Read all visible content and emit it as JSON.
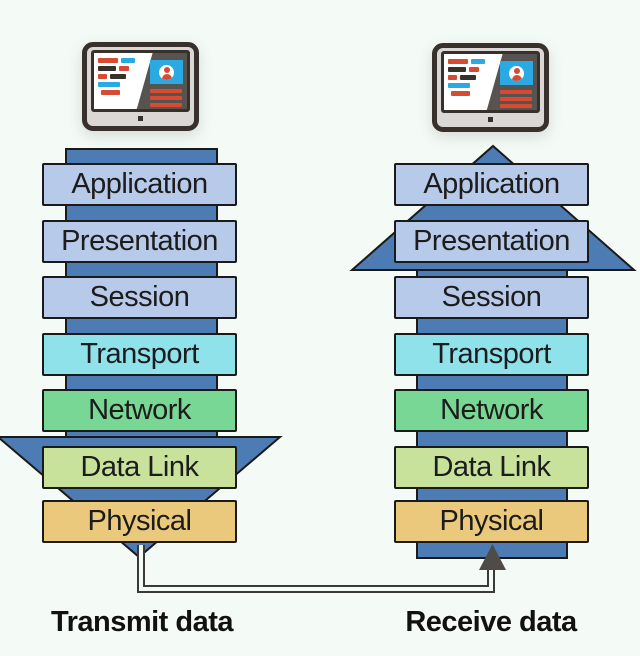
{
  "colors": {
    "background": "#f4faf5",
    "arrow_blue": "#4d7cb5",
    "outline": "#1a1a1a",
    "connector_line": "#3a3a3a",
    "connector_arrowhead": "#4f4b47",
    "monitor_bezel": "#dad7d4",
    "monitor_dark": "#38302b",
    "monitor_screen_dark": "#575350",
    "icon_red": "#d84b33",
    "icon_blue": "#2aa9e2"
  },
  "stacks": [
    {
      "id": "transmit",
      "caption": "Transmit data",
      "direction": "down",
      "layers": [
        {
          "label": "Application",
          "color": "#b8cae9"
        },
        {
          "label": "Presentation",
          "color": "#b8cae9"
        },
        {
          "label": "Session",
          "color": "#b8cae9"
        },
        {
          "label": "Transport",
          "color": "#8fe1ea"
        },
        {
          "label": "Network",
          "color": "#79d795"
        },
        {
          "label": "Data Link",
          "color": "#c8e29b"
        },
        {
          "label": "Physical",
          "color": "#ebc97c"
        }
      ]
    },
    {
      "id": "receive",
      "caption": "Receive data",
      "direction": "up",
      "layers": [
        {
          "label": "Application",
          "color": "#b8cae9"
        },
        {
          "label": "Presentation",
          "color": "#b8cae9"
        },
        {
          "label": "Session",
          "color": "#b8cae9"
        },
        {
          "label": "Transport",
          "color": "#8fe1ea"
        },
        {
          "label": "Network",
          "color": "#79d795"
        },
        {
          "label": "Data Link",
          "color": "#c8e29b"
        },
        {
          "label": "Physical",
          "color": "#ebc97c"
        }
      ]
    }
  ],
  "connector": {
    "description": "line from transmit Physical layer to receive Physical layer"
  }
}
